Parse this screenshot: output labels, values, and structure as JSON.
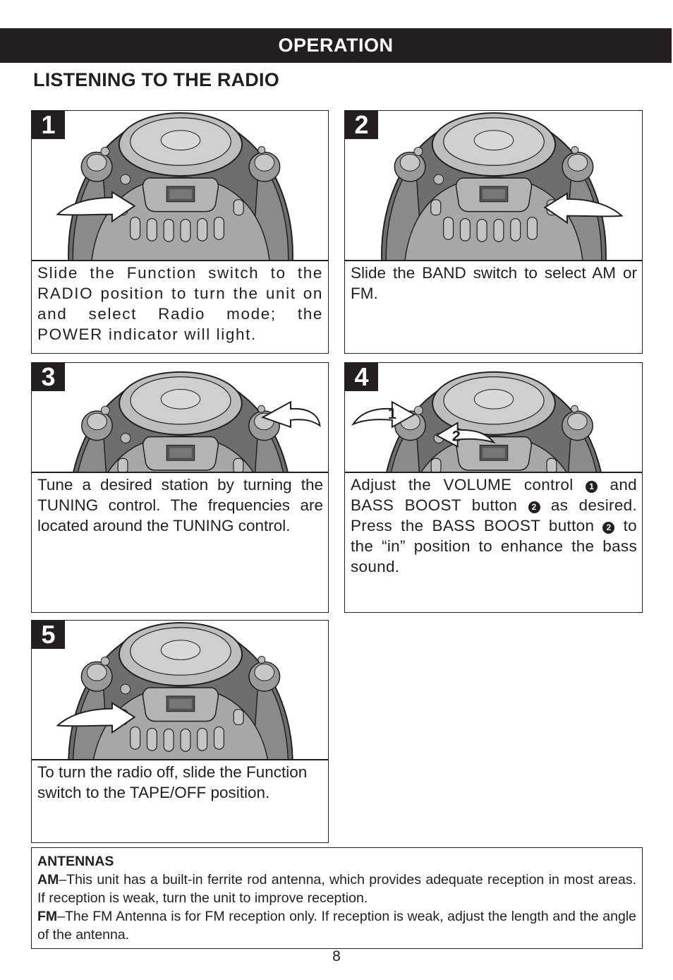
{
  "header": {
    "banner": "OPERATION",
    "section_title": "LISTENING TO THE RADIO"
  },
  "steps": [
    {
      "num": "1",
      "text": "Slide the Function switch to the RADIO position to turn the unit on and select Radio mode; the POWER indicator will light."
    },
    {
      "num": "2",
      "text": "Slide the BAND switch to select AM or FM."
    },
    {
      "num": "3",
      "text": "Tune a desired station by turning the TUNING control. The frequencies are located around the TUNING control."
    },
    {
      "num": "4",
      "text_a": "Adjust the VOLUME control",
      "marker_1": "1",
      "text_b": " and BASS BOOST button",
      "marker_2": "2",
      "text_c": " as desired. Press the BASS BOOST button",
      "text_d": " to the “in” position to enhance the bass sound.",
      "callout_1": "1",
      "callout_2": "2"
    },
    {
      "num": "5",
      "text": "To turn the radio off, slide the Function switch to the TAPE/OFF position."
    }
  ],
  "antennas": {
    "heading": "ANTENNAS",
    "am_label": "AM",
    "am_text": "–This unit has a built-in ferrite rod antenna, which provides adequate reception in most areas. If reception is weak, turn the unit to improve reception.",
    "fm_label": "FM",
    "fm_text": "–The FM Antenna is for FM reception only. If reception is weak, adjust the length and the angle of the antenna."
  },
  "footer": {
    "page_number": "8"
  }
}
